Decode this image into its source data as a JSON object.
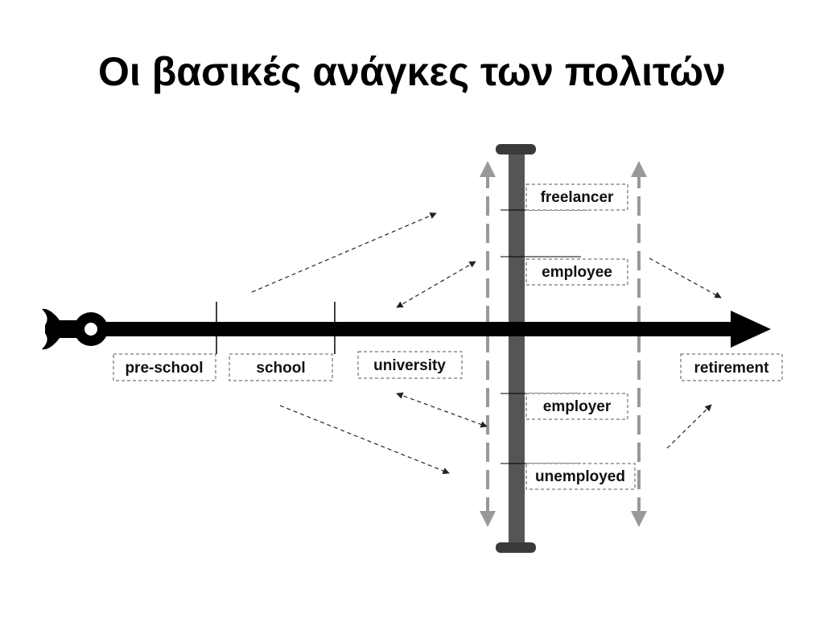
{
  "slide": {
    "title": "Οι βασικές ανάγκες των πολιτών"
  },
  "diagram": {
    "life_stages": [
      "pre-school",
      "school",
      "university",
      "retirement"
    ],
    "work_states_above": [
      "freelancer",
      "employee"
    ],
    "work_states_below": [
      "employer",
      "unemployed"
    ],
    "colors": {
      "timeline": "#000000",
      "work_axis": "#555555",
      "dashed_arrows": "#999999",
      "label_border": "#555555"
    },
    "icons": [
      "key-bow-icon",
      "arrowhead-icon"
    ]
  }
}
